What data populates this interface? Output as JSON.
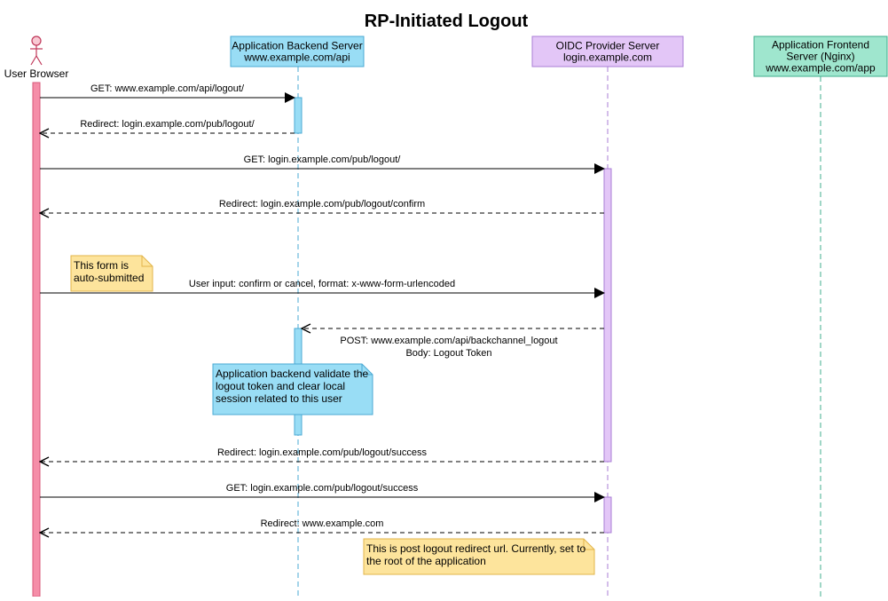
{
  "diagram": {
    "title": "RP-Initiated Logout",
    "actors": [
      {
        "id": "browser",
        "label_lines": [
          "User Browser"
        ],
        "kind": "person"
      },
      {
        "id": "backend",
        "label_lines": [
          "Application Backend Server",
          "www.example.com/api"
        ],
        "kind": "box",
        "fill": "#99ddf5",
        "stroke": "#4aa9d3"
      },
      {
        "id": "oidc",
        "label_lines": [
          "OIDC Provider Server",
          "login.example.com"
        ],
        "kind": "box",
        "fill": "#e3c6f7",
        "stroke": "#a97ed6"
      },
      {
        "id": "frontend",
        "label_lines": [
          "Application Frontend",
          "Server (Nginx)",
          "www.example.com/app"
        ],
        "kind": "box",
        "fill": "#9fe6ce",
        "stroke": "#3fae8c"
      }
    ],
    "messages": [
      {
        "from": "browser",
        "to": "backend",
        "type": "request",
        "label_lines": [
          "GET: www.example.com/api/logout/"
        ]
      },
      {
        "from": "backend",
        "to": "browser",
        "type": "response",
        "label_lines": [
          "Redirect: login.example.com/pub/logout/"
        ]
      },
      {
        "from": "browser",
        "to": "oidc",
        "type": "request",
        "label_lines": [
          "GET: login.example.com/pub/logout/"
        ]
      },
      {
        "from": "oidc",
        "to": "browser",
        "type": "response",
        "label_lines": [
          "Redirect: login.example.com/pub/logout/confirm"
        ]
      },
      {
        "from": "browser",
        "to": "oidc",
        "type": "request",
        "label_lines": [
          "User input: confirm or cancel, format: x-www-form-urlencoded"
        ]
      },
      {
        "from": "oidc",
        "to": "backend",
        "type": "response",
        "label_lines": [
          "POST:  www.example.com/api/backchannel_logout",
          "Body: Logout Token"
        ]
      },
      {
        "from": "oidc",
        "to": "browser",
        "type": "response",
        "label_lines": [
          "Redirect: login.example.com/pub/logout/success"
        ]
      },
      {
        "from": "browser",
        "to": "oidc",
        "type": "request",
        "label_lines": [
          "GET: login.example.com/pub/logout/success"
        ]
      },
      {
        "from": "oidc",
        "to": "browser",
        "type": "response",
        "label_lines": [
          "Redirect: www.example.com"
        ]
      }
    ],
    "notes": [
      {
        "id": "auto-submit",
        "color": "yellow",
        "lines": [
          "This form is",
          "auto-submitted"
        ]
      },
      {
        "id": "backend-validate",
        "color": "blue",
        "lines": [
          "Application backend validate the",
          "logout token and clear local",
          "session related to this user"
        ]
      },
      {
        "id": "post-logout",
        "color": "yellow",
        "lines": [
          "This is post logout redirect url. Currently, set to",
          "the root of the application"
        ]
      }
    ],
    "colors": {
      "browser_activation_fill": "#f58ea8",
      "browser_activation_stroke": "#d8587a",
      "note_yellow_fill": "#fde49c",
      "note_yellow_stroke": "#e2b54a",
      "note_blue_fill": "#99ddf5",
      "note_blue_stroke": "#4aa9d3",
      "person_fill": "#f8c9d3",
      "person_stroke": "#c0385a"
    }
  }
}
